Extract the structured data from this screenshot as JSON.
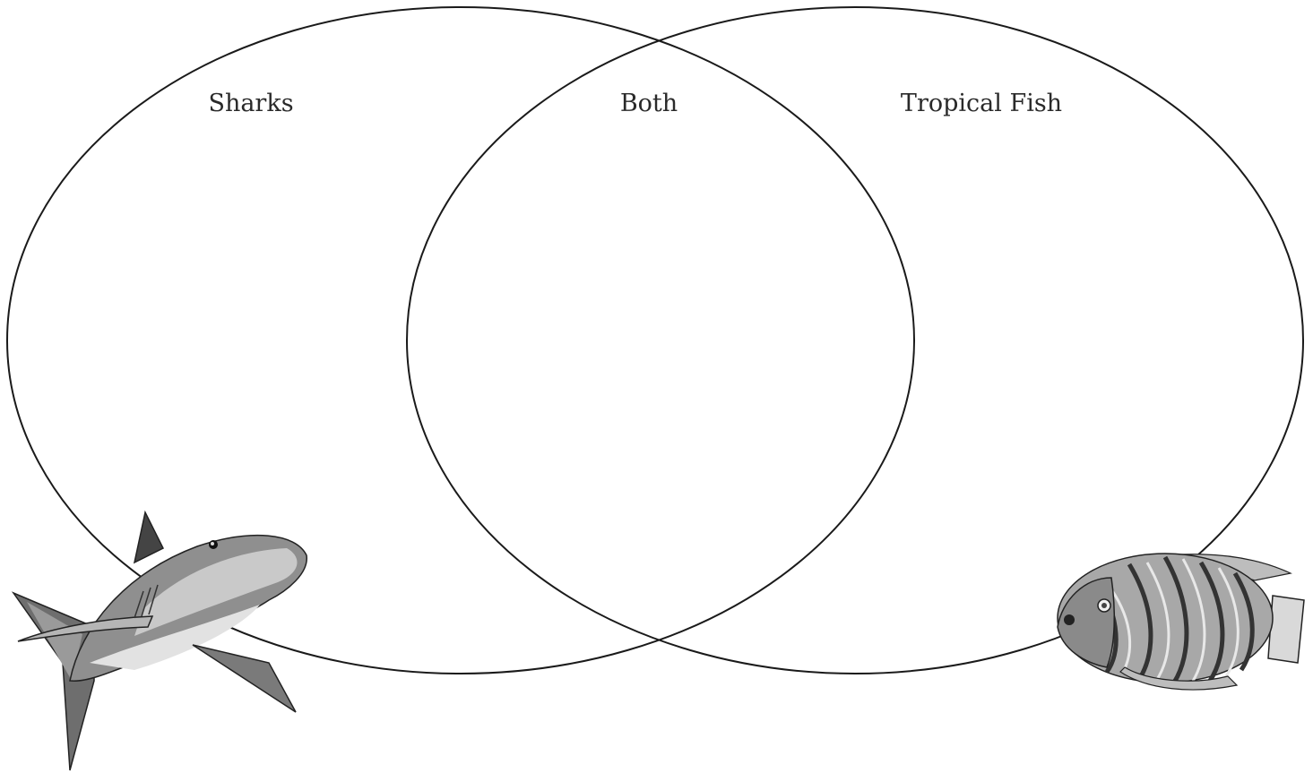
{
  "diagram": {
    "type": "venn",
    "left_label": "Sharks",
    "middle_label": "Both",
    "right_label": "Tropical Fish",
    "stroke_color": "#1a1a1a",
    "illustrations": [
      {
        "name": "shark",
        "style": "grayscale clip art"
      },
      {
        "name": "tropical-fish",
        "style": "grayscale clip art"
      }
    ]
  }
}
